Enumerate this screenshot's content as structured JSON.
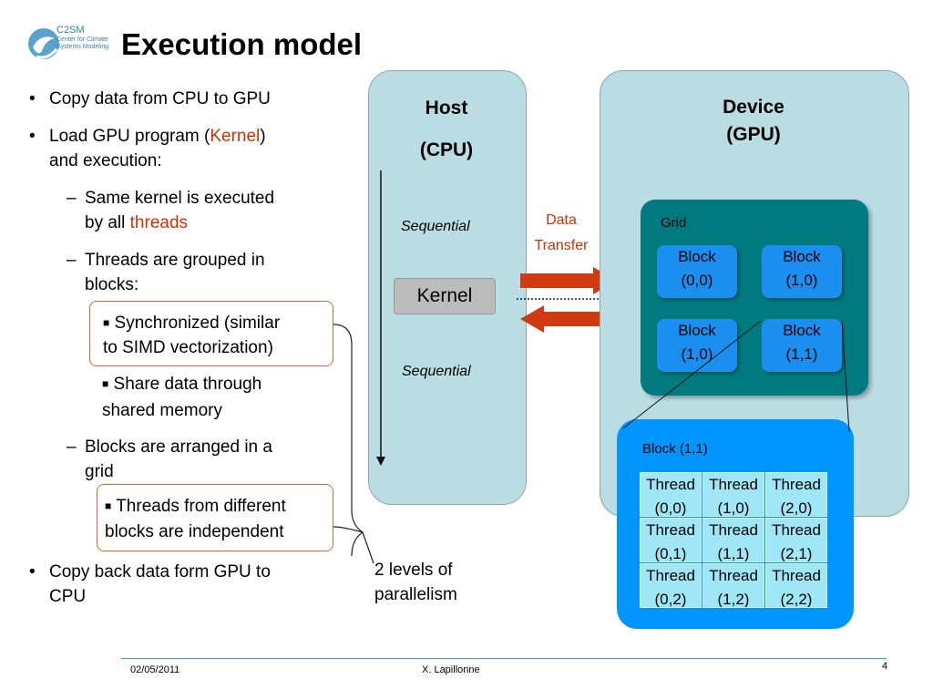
{
  "logo": {
    "line1": "C2SM",
    "line2": "Center for Climate",
    "line3": "Systems Modeling"
  },
  "title": "Execution model",
  "bullets": {
    "b1": "Copy data from CPU to GPU",
    "b2_pre": "Load GPU program (",
    "b2_red": "Kernel",
    "b2_post": ")",
    "b2_line2": "and execution:",
    "s1_line1": "Same kernel is executed",
    "s1_pre": "by all ",
    "s1_red": "threads",
    "s2_line1": "Threads are grouped in",
    "s2_line2": "blocks:",
    "t1_line1": "Synchronized (similar",
    "t1_line2": "to SIMD vectorization)",
    "t2_line1": "Share data through",
    "t2_line2": "shared memory",
    "s3_line1": "Blocks are arranged in a",
    "s3_line2": "grid",
    "t3_line1": "Threads from different",
    "t3_line2": "blocks are independent",
    "b3_line1": "Copy back data form GPU to",
    "b3_line2": "CPU"
  },
  "brace_label": {
    "line1": "2 levels of",
    "line2": "parallelism"
  },
  "host": {
    "title": "Host",
    "subtitle": "(CPU)",
    "seq1": "Sequential",
    "seq2": "Sequential",
    "kernel": "Kernel"
  },
  "transfer": {
    "line1": "Data",
    "line2": "Transfer"
  },
  "device": {
    "title": "Device",
    "subtitle": "(GPU)"
  },
  "grid": {
    "label": "Grid",
    "blocks": [
      {
        "name": "Block",
        "idx": "(0,0)"
      },
      {
        "name": "Block",
        "idx": "(1,0)"
      },
      {
        "name": "Block",
        "idx": "(1,0)"
      },
      {
        "name": "Block",
        "idx": "(1,1)"
      }
    ]
  },
  "block_detail": {
    "label": "Block (1,1)",
    "threads": [
      {
        "name": "Thread",
        "idx": "(0,0)"
      },
      {
        "name": "Thread",
        "idx": "(1,0)"
      },
      {
        "name": "Thread",
        "idx": "(2,0)"
      },
      {
        "name": "Thread",
        "idx": "(0,1)"
      },
      {
        "name": "Thread",
        "idx": "(1,1)"
      },
      {
        "name": "Thread",
        "idx": "(2,1)"
      },
      {
        "name": "Thread",
        "idx": "(0,2)"
      },
      {
        "name": "Thread",
        "idx": "(1,2)"
      },
      {
        "name": "Thread",
        "idx": "(2,2)"
      }
    ]
  },
  "footer": {
    "date": "02/05/2011",
    "author": "X. Lapillonne",
    "page": "4"
  },
  "colors": {
    "accent_red": "#cc3300",
    "arrow_red": "#d03a10",
    "panel": "#b9dde3",
    "grid": "#007a7f",
    "block": "#1a8ff0",
    "block_detail": "#0095ff",
    "thread": "#9fe6f7"
  }
}
